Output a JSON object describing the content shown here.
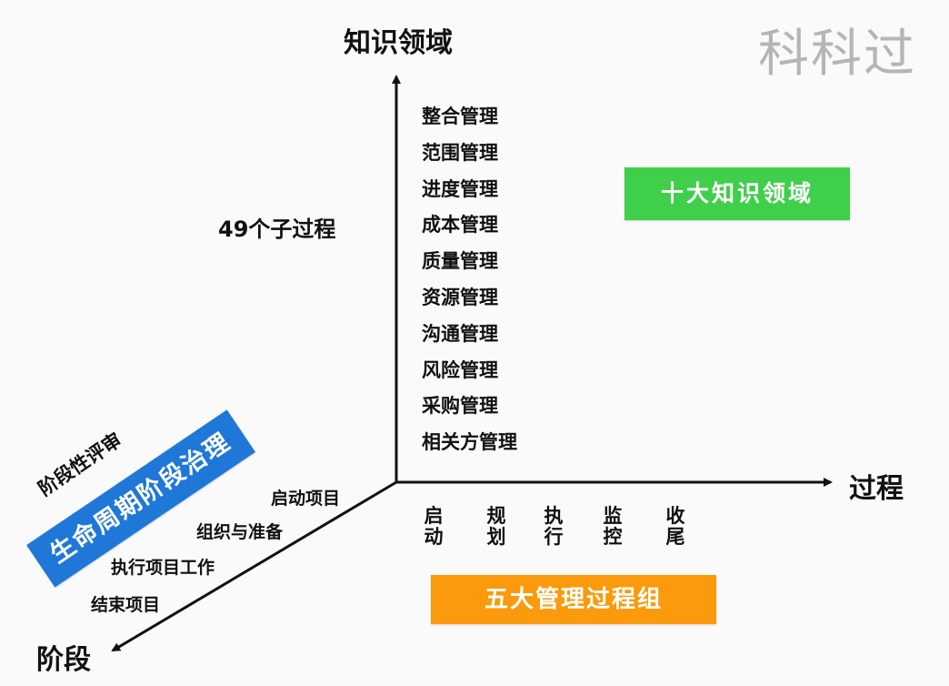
{
  "watermark": "科科过",
  "axes": {
    "vertical_label": "知识领域",
    "horizontal_label": "过程",
    "diagonal_label": "阶段"
  },
  "knowledge_areas": [
    "整合管理",
    "范围管理",
    "进度管理",
    "成本管理",
    "质量管理",
    "资源管理",
    "沟通管理",
    "风险管理",
    "采购管理",
    "相关方管理"
  ],
  "subprocess_count_label": "49个子过程",
  "ten_knowledge_areas_label": "十大知识领域",
  "process_groups": [
    "启动",
    "规划",
    "执行",
    "监控",
    "收尾"
  ],
  "five_process_groups_label": "五大管理过程组",
  "stages": [
    "启动项目",
    "组织与准备",
    "执行项目工作",
    "结束项目"
  ],
  "phase_review_label": "阶段性评审",
  "lifecycle_label": "生命周期阶段治理",
  "colors": {
    "green": "#3fcf4a",
    "orange": "#fb9a0c",
    "blue": "#1f78d8",
    "axis": "#111111",
    "watermark": "#b5b5b5"
  }
}
